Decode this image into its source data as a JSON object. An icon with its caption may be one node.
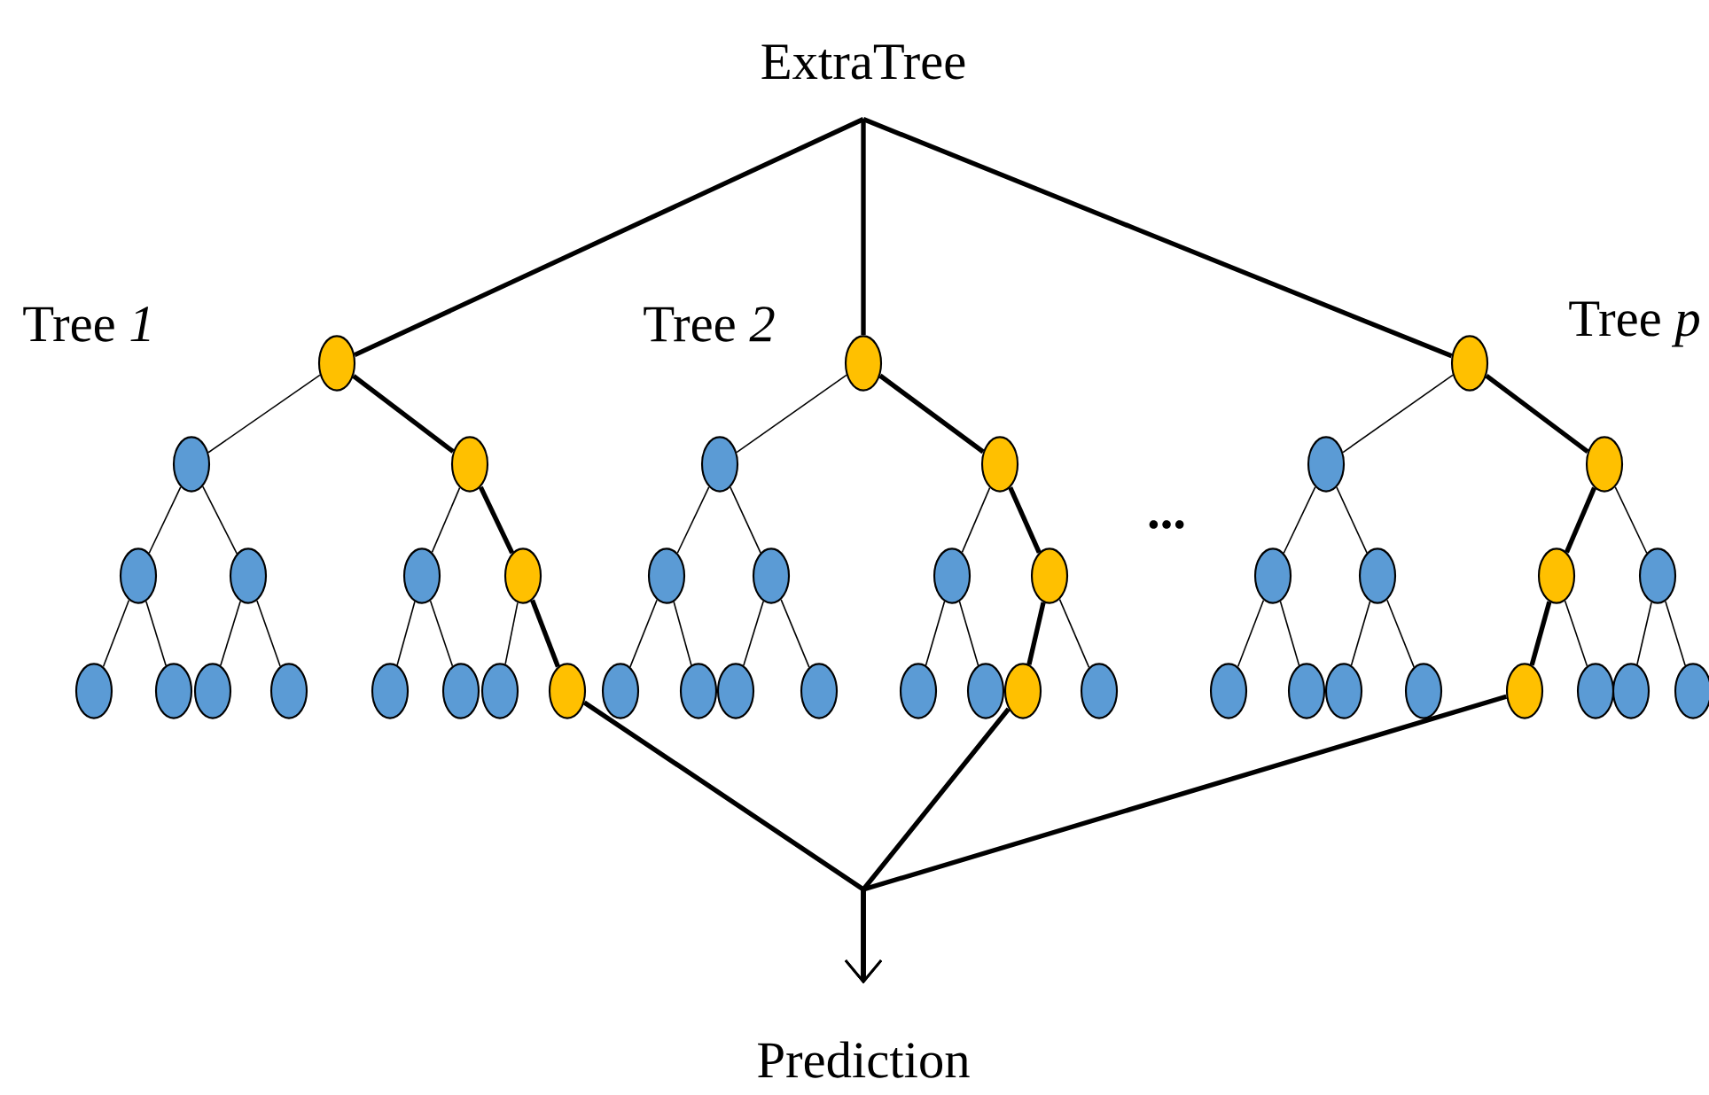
{
  "diagram": {
    "nodes": [
      {
        "text": [
          "ExtraTree"
        ]
      },
      {
        "text": [],
        "shape": "circle"
      },
      {
        "text": [],
        "shape": "circle"
      },
      {
        "text": [],
        "shape": "circle"
      },
      {
        "text": [],
        "shape": "circle"
      },
      {
        "text": [],
        "shape": "circle"
      },
      {
        "text": [],
        "shape": "circle"
      },
      {
        "text": [],
        "shape": "circle"
      },
      {
        "text": [],
        "shape": "circle"
      },
      {
        "text": [],
        "shape": "circle"
      },
      {
        "text": [],
        "shape": "circle"
      },
      {
        "text": [],
        "shape": "circle"
      },
      {
        "text": [],
        "shape": "circle"
      },
      {
        "text": [],
        "shape": "circle"
      },
      {
        "text": [],
        "shape": "circle"
      },
      {
        "text": [],
        "shape": "circle"
      },
      {
        "text": [],
        "shape": "circle"
      },
      {
        "text": [],
        "shape": "circle"
      },
      {
        "text": [],
        "shape": "circle"
      },
      {
        "text": [],
        "shape": "circle"
      },
      {
        "text": [],
        "shape": "circle"
      },
      {
        "text": [],
        "shape": "circle"
      },
      {
        "text": [],
        "shape": "circle"
      },
      {
        "text": [],
        "shape": "circle"
      },
      {
        "text": [],
        "shape": "circle"
      },
      {
        "text": [],
        "shape": "circle"
      },
      {
        "text": [],
        "shape": "circle"
      },
      {
        "text": [],
        "shape": "circle"
      },
      {
        "text": [],
        "shape": "circle"
      },
      {
        "text": [],
        "shape": "circle"
      },
      {
        "text": [],
        "shape": "circle"
      },
      {
        "text": [],
        "shape": "circle"
      },
      {
        "text": [],
        "shape": "circle"
      },
      {
        "text": [],
        "shape": "circle"
      },
      {
        "text": [],
        "shape": "circle"
      },
      {
        "text": [],
        "shape": "circle"
      },
      {
        "text": [],
        "shape": "circle"
      },
      {
        "text": [],
        "shape": "circle"
      },
      {
        "text": [],
        "shape": "circle"
      },
      {
        "text": [],
        "shape": "circle"
      },
      {
        "text": [],
        "shape": "circle"
      },
      {
        "text": [],
        "shape": "circle"
      },
      {
        "text": [],
        "shape": "circle"
      },
      {
        "text": [],
        "shape": "circle"
      },
      {
        "text": [],
        "shape": "circle"
      },
      {
        "text": [],
        "shape": "circle"
      },
      {
        "text": [
          "Prediction"
        ]
      }
    ],
    "edges": [
      {
        "from": 0,
        "to": 1,
        "arrow": "none",
        "style": "thick"
      },
      {
        "from": 0,
        "to": 16,
        "arrow": "none",
        "style": "thick"
      },
      {
        "from": 0,
        "to": 31,
        "arrow": "none",
        "style": "thick"
      },
      {
        "from": 1,
        "to": 2,
        "arrow": "none"
      },
      {
        "from": 1,
        "to": 3,
        "arrow": "none",
        "style": "thick"
      },
      {
        "from": 2,
        "to": 4,
        "arrow": "none"
      },
      {
        "from": 2,
        "to": 5,
        "arrow": "none"
      },
      {
        "from": 3,
        "to": 6,
        "arrow": "none"
      },
      {
        "from": 3,
        "to": 7,
        "arrow": "none",
        "style": "thick"
      },
      {
        "from": 4,
        "to": 8,
        "arrow": "none"
      },
      {
        "from": 4,
        "to": 9,
        "arrow": "none"
      },
      {
        "from": 5,
        "to": 10,
        "arrow": "none"
      },
      {
        "from": 5,
        "to": 11,
        "arrow": "none"
      },
      {
        "from": 6,
        "to": 12,
        "arrow": "none"
      },
      {
        "from": 6,
        "to": 13,
        "arrow": "none"
      },
      {
        "from": 7,
        "to": 14,
        "arrow": "none"
      },
      {
        "from": 7,
        "to": 15,
        "arrow": "none",
        "style": "thick"
      },
      {
        "from": 16,
        "to": 17,
        "arrow": "none"
      },
      {
        "from": 16,
        "to": 18,
        "arrow": "none",
        "style": "thick"
      },
      {
        "from": 17,
        "to": 19,
        "arrow": "none"
      },
      {
        "from": 17,
        "to": 20,
        "arrow": "none"
      },
      {
        "from": 18,
        "to": 21,
        "arrow": "none"
      },
      {
        "from": 18,
        "to": 22,
        "arrow": "none",
        "style": "thick"
      },
      {
        "from": 19,
        "to": 23,
        "arrow": "none"
      },
      {
        "from": 19,
        "to": 24,
        "arrow": "none"
      },
      {
        "from": 20,
        "to": 25,
        "arrow": "none"
      },
      {
        "from": 20,
        "to": 26,
        "arrow": "none"
      },
      {
        "from": 21,
        "to": 27,
        "arrow": "none"
      },
      {
        "from": 21,
        "to": 28,
        "arrow": "none"
      },
      {
        "from": 22,
        "to": 29,
        "arrow": "none",
        "style": "thick"
      },
      {
        "from": 22,
        "to": 30,
        "arrow": "none"
      },
      {
        "from": 31,
        "to": 32,
        "arrow": "none"
      },
      {
        "from": 31,
        "to": 33,
        "arrow": "none",
        "style": "thick"
      },
      {
        "from": 32,
        "to": 34,
        "arrow": "none"
      },
      {
        "from": 32,
        "to": 35,
        "arrow": "none"
      },
      {
        "from": 33,
        "to": 36,
        "arrow": "none",
        "style": "thick"
      },
      {
        "from": 33,
        "to": 37,
        "arrow": "none"
      },
      {
        "from": 34,
        "to": 38,
        "arrow": "none"
      },
      {
        "from": 34,
        "to": 39,
        "arrow": "none"
      },
      {
        "from": 35,
        "to": 40,
        "arrow": "none"
      },
      {
        "from": 35,
        "to": 41,
        "arrow": "none"
      },
      {
        "from": 36,
        "to": 42,
        "arrow": "none",
        "style": "thick"
      },
      {
        "from": 36,
        "to": 43,
        "arrow": "none"
      },
      {
        "from": 37,
        "to": 44,
        "arrow": "none"
      },
      {
        "from": 37,
        "to": 45,
        "arrow": "none"
      },
      {
        "from": 15,
        "to": 46,
        "arrow": "to",
        "style": "thick"
      },
      {
        "from": 29,
        "to": 46,
        "arrow": "to",
        "style": "thick"
      },
      {
        "from": 42,
        "to": 46,
        "arrow": "to",
        "style": "thick"
      }
    ],
    "labels": [
      "Tree *1*",
      "Tree *2*",
      "Tree *p*",
      "..."
    ]
  }
}
